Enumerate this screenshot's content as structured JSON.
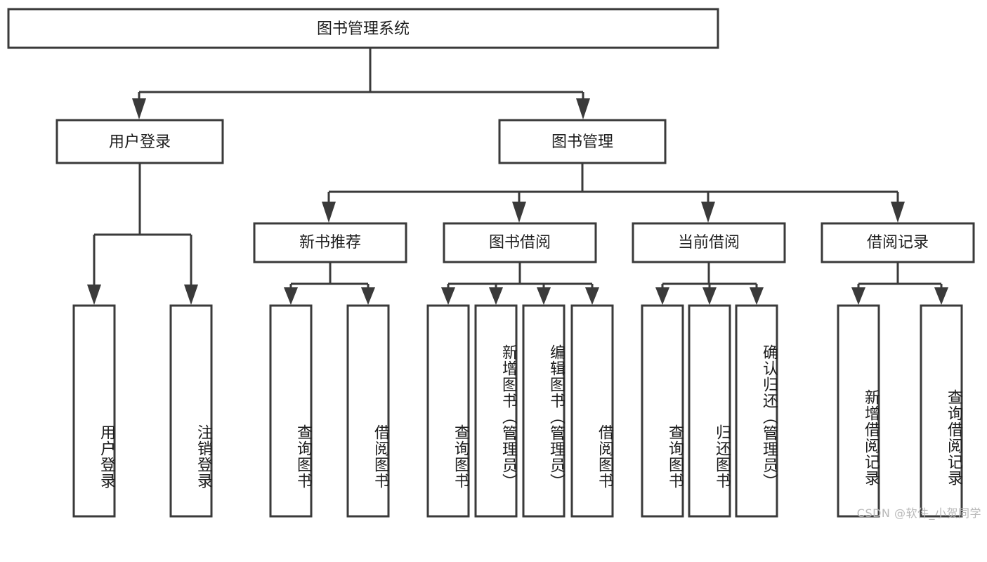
{
  "diagram": {
    "title_node": {
      "label": "图书管理系统"
    },
    "level1": [
      {
        "id": "user-login",
        "label": "用户登录"
      },
      {
        "id": "book-manage",
        "label": "图书管理"
      }
    ],
    "level2": [
      {
        "id": "new-book-recommend",
        "label": "新书推荐"
      },
      {
        "id": "book-borrow",
        "label": "图书借阅"
      },
      {
        "id": "current-borrow",
        "label": "当前借阅"
      },
      {
        "id": "borrow-record",
        "label": "借阅记录"
      }
    ],
    "leaves": [
      {
        "id": "leaf-user-login",
        "label": "用户登录"
      },
      {
        "id": "leaf-logout-login",
        "label": "注销登录"
      },
      {
        "id": "leaf-query-book-1",
        "label": "查询图书"
      },
      {
        "id": "leaf-borrow-book-1",
        "label": "借阅图书"
      },
      {
        "id": "leaf-query-book-2",
        "label": "查询图书"
      },
      {
        "id": "leaf-add-book-admin",
        "label": "新增图书（管理员）"
      },
      {
        "id": "leaf-edit-book-admin",
        "label": "编辑图书（管理员）"
      },
      {
        "id": "leaf-borrow-book-2",
        "label": "借阅图书"
      },
      {
        "id": "leaf-query-book-3",
        "label": "查询图书"
      },
      {
        "id": "leaf-return-book",
        "label": "归还图书"
      },
      {
        "id": "leaf-confirm-return-admin",
        "label": "确认归还（管理员）"
      },
      {
        "id": "leaf-add-borrow-record",
        "label": "新增借阅记录"
      },
      {
        "id": "leaf-query-borrow-record",
        "label": "查询借阅记录"
      }
    ]
  },
  "watermark": {
    "text": "CSDN @软件_小贺同学"
  },
  "colors": {
    "box_stroke": "#3a3a3a",
    "box_fill": "#ffffff",
    "text": "#1d1d1d",
    "watermark": "#b9b9b9",
    "background": "#ffffff"
  }
}
